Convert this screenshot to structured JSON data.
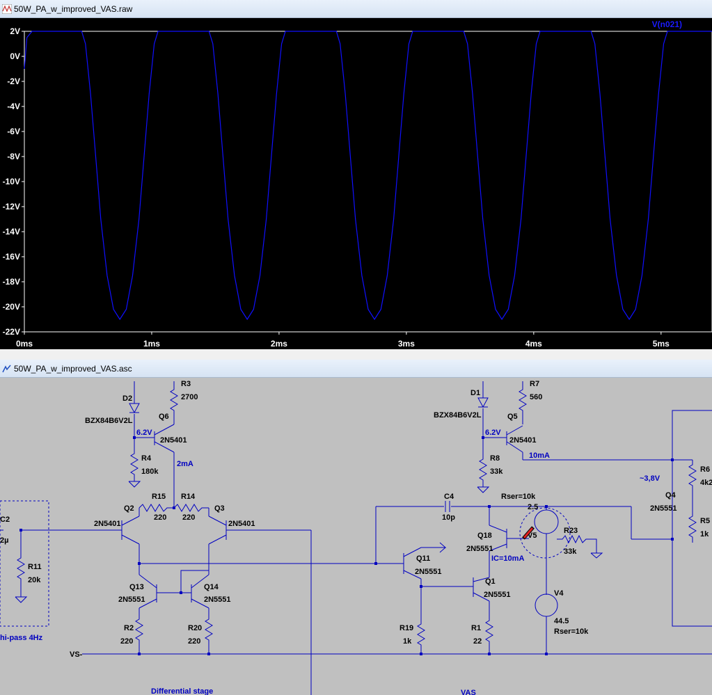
{
  "plot_window": {
    "title": "50W_PA_w_improved_VAS.raw",
    "trace_label": "V(n021)",
    "y_ticks": [
      "2V",
      "0V",
      "-2V",
      "-4V",
      "-6V",
      "-8V",
      "-10V",
      "-12V",
      "-14V",
      "-16V",
      "-18V",
      "-20V",
      "-22V"
    ],
    "x_ticks": [
      "0ms",
      "1ms",
      "2ms",
      "3ms",
      "4ms",
      "5ms"
    ]
  },
  "schematic_window": {
    "title": "50W_PA_w_improved_VAS.asc",
    "labels": {
      "D2": "D2",
      "BZX_left": "BZX84B6V2L",
      "R3": "R3",
      "R3_val": "2700",
      "Q6": "Q6",
      "Q6_type": "2N5401",
      "v62_left": "6.2V",
      "R4": "R4",
      "R4_val": "180k",
      "i2mA": "2mA",
      "R15": "R15",
      "R15_val": "220",
      "R14": "R14",
      "R14_val": "220",
      "Q2": "Q2",
      "Q2_type": "2N5401",
      "Q3": "Q3",
      "Q3_type": "2N5401",
      "C2": "C2",
      "C2_val": "2µ",
      "R11": "R11",
      "R11_val": "20k",
      "Q13": "Q13",
      "Q13_type": "2N5551",
      "Q14": "Q14",
      "Q14_type": "2N5551",
      "R2": "R2",
      "R2_val": "220",
      "R20": "R20",
      "R20_val": "220",
      "hipass": "hi-pass 4Hz",
      "VS": "VS-",
      "diff_stage": "Differential stage",
      "D1": "D1",
      "BZX_right": "BZX84B6V2L",
      "R7": "R7",
      "R7_val": "560",
      "Q5": "Q5",
      "Q5_type": "2N5401",
      "v62_right": "6.2V",
      "R8": "R8",
      "R8_val": "33k",
      "i10mA": "10mA",
      "C4": "C4",
      "C4_val": "10p",
      "rser1": "Rser=10k",
      "v25": "2.5",
      "Q18": "Q18",
      "Q18_type": "2N5551",
      "V5": "V5",
      "R23": "R23",
      "R23_val": "33k",
      "ic10": "IC=10mA",
      "Q11": "Q11",
      "Q11_type": "2N5551",
      "Q1": "Q1",
      "Q1_type": "2N5551",
      "V4": "V4",
      "V4_val": "44.5",
      "rser2": "Rser=10k",
      "R19": "R19",
      "R19_val": "1k",
      "R1": "R1",
      "R1_val": "22",
      "vas": "VAS",
      "R6": "R6",
      "R6_val": "4k2",
      "v38": "~3,8V",
      "Q4": "Q4",
      "Q4_type": "2N5551",
      "R5": "R5",
      "R5_val": "1k"
    }
  },
  "chart_data": {
    "type": "line",
    "title": "",
    "xlabel": "",
    "ylabel": "",
    "xlim": [
      0,
      5.4
    ],
    "ylim": [
      -22,
      2
    ],
    "grid": false,
    "series": [
      {
        "name": "V(n021)",
        "color": "#1010ff",
        "x": [
          0,
          0.02,
          0.06,
          0.1,
          0.45,
          0.48,
          0.52,
          0.56,
          0.6,
          0.65,
          0.7,
          0.75,
          0.8,
          0.85,
          0.9,
          0.94,
          0.98,
          1.02,
          1.05,
          1.45,
          1.48,
          1.52,
          1.56,
          1.6,
          1.65,
          1.7,
          1.75,
          1.8,
          1.85,
          1.9,
          1.94,
          1.98,
          2.02,
          2.05,
          2.45,
          2.48,
          2.52,
          2.56,
          2.6,
          2.65,
          2.7,
          2.75,
          2.8,
          2.85,
          2.9,
          2.94,
          2.98,
          3.02,
          3.05,
          3.45,
          3.48,
          3.52,
          3.56,
          3.6,
          3.65,
          3.7,
          3.75,
          3.8,
          3.85,
          3.9,
          3.94,
          3.98,
          4.02,
          4.05,
          4.45,
          4.48,
          4.52,
          4.56,
          4.6,
          4.65,
          4.7,
          4.75,
          4.8,
          4.85,
          4.9,
          4.94,
          4.98,
          5.02,
          5.05,
          5.4
        ],
        "y": [
          -1,
          1.5,
          2,
          2,
          2,
          1,
          -3,
          -8,
          -13,
          -17.5,
          -20.2,
          -21,
          -20.2,
          -17.5,
          -13,
          -8,
          -3,
          1,
          2,
          2,
          1,
          -3,
          -8,
          -13,
          -17.5,
          -20.2,
          -21,
          -20.2,
          -17.5,
          -13,
          -8,
          -3,
          1,
          2,
          2,
          1,
          -3,
          -8,
          -13,
          -17.5,
          -20.2,
          -21,
          -20.2,
          -17.5,
          -13,
          -8,
          -3,
          1,
          2,
          2,
          1,
          -3,
          -8,
          -13,
          -17.5,
          -20.2,
          -21,
          -20.2,
          -17.5,
          -13,
          -8,
          -3,
          1,
          2,
          2,
          1,
          -3,
          -8,
          -13,
          -17.5,
          -20.2,
          -21,
          -20.2,
          -17.5,
          -13,
          -8,
          -3,
          1,
          2,
          2
        ]
      }
    ]
  }
}
